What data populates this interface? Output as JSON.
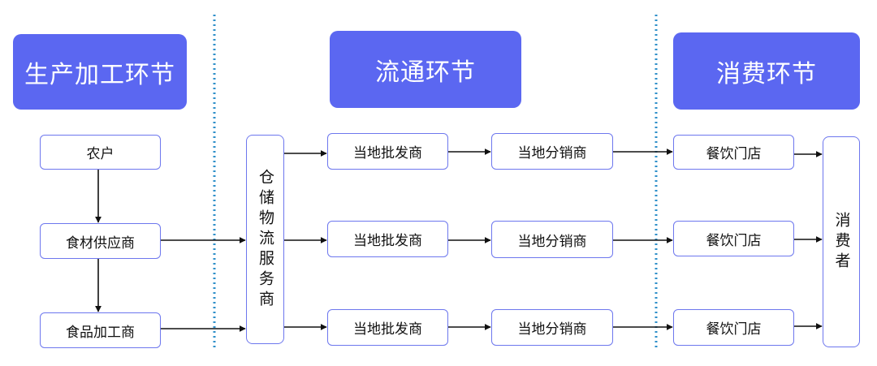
{
  "headers": {
    "production": "生产加工环节",
    "circulation": "流通环节",
    "consumption": "消费环节"
  },
  "production": {
    "farmer": "农户",
    "ingredient_supplier": "食材供应商",
    "food_processor": "食品加工商"
  },
  "circulation": {
    "warehouse": "仓储物流服务商",
    "wholesalers": [
      "当地批发商",
      "当地批发商",
      "当地批发商"
    ],
    "distributors": [
      "当地分销商",
      "当地分销商",
      "当地分销商"
    ]
  },
  "consumption": {
    "restaurants": [
      "餐饮门店",
      "餐饮门店",
      "餐饮门店"
    ],
    "consumer": "消费者"
  },
  "colors": {
    "header_bg": "#5b67f1",
    "node_border": "#6d77ee",
    "divider": "#2e8fc9",
    "arrow": "#111111"
  }
}
